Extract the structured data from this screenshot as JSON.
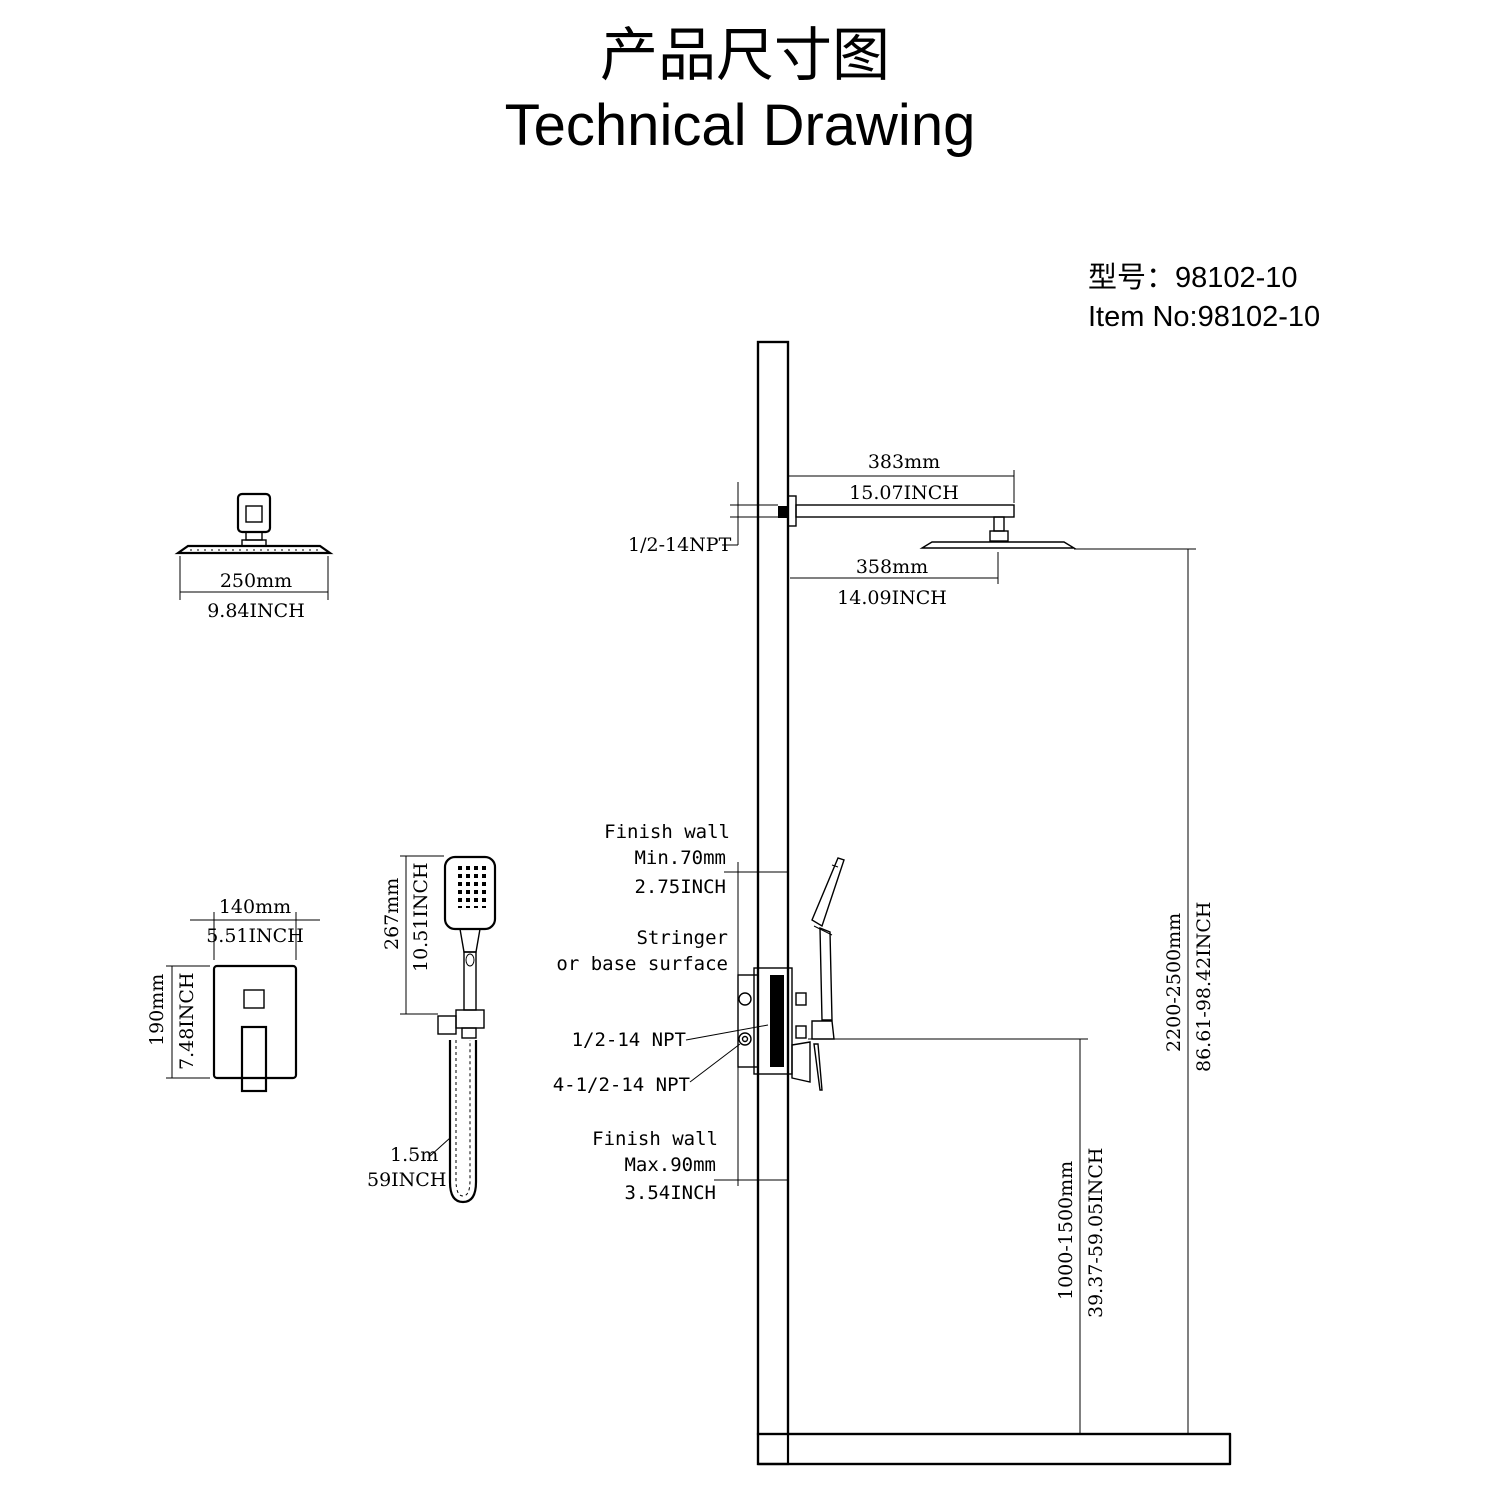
{
  "header": {
    "title_cn": "产品尺寸图",
    "title_en": "Technical Drawing"
  },
  "item": {
    "model_cn": "型号：98102-10",
    "item_no": "Item No:98102-10"
  },
  "dims": {
    "head_mm": "250mm",
    "head_in": "9.84INCH",
    "arm_mm": "383mm",
    "arm_in": "15.07INCH",
    "drop_mm": "358mm",
    "drop_in": "14.09INCH",
    "arm_thread": "1/2-14NPT",
    "height_mm": "2200-2500mm",
    "height_in": "86.61-98.42INCH",
    "valve_height_mm": "1000-1500mm",
    "valve_height_in": "39.37-59.05INCH",
    "plate_w_mm": "140mm",
    "plate_w_in": "5.51INCH",
    "plate_h_mm": "190mm",
    "plate_h_in": "7.48INCH",
    "hand_mm": "267mm",
    "hand_in": "10.51INCH",
    "hose_m": "1.5m",
    "hose_in": "59INCH"
  },
  "labels": {
    "finish_wall_1": "Finish wall",
    "min_wall": "Min.70mm",
    "min_wall_in": "2.75INCH",
    "stringer_1": "Stringer",
    "stringer_2": "or base surface",
    "npt_1": "1/2-14 NPT",
    "npt_2": "4-1/2-14 NPT",
    "finish_wall_2": "Finish wall",
    "max_wall": "Max.90mm",
    "max_wall_in": "3.54INCH"
  }
}
